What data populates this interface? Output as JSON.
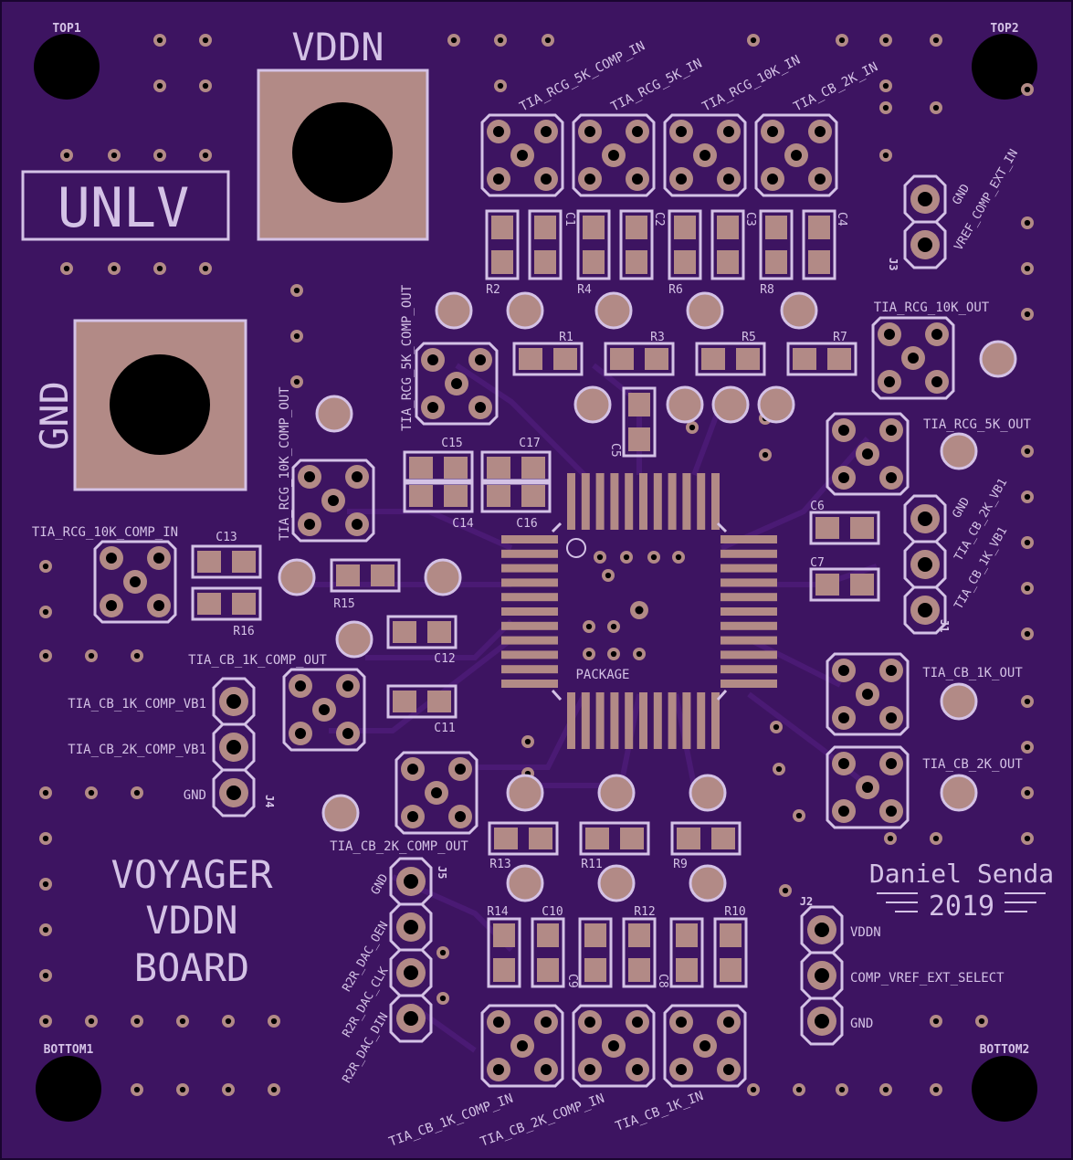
{
  "board": {
    "colors": {
      "substrate": "#3d1461",
      "copper": "#b28a86",
      "silk": "#d4c2e6",
      "trace": "#4a1a74"
    },
    "mounting_holes": {
      "top_left": "TOP1",
      "top_right": "TOP2",
      "bottom_left": "BOTTOM1",
      "bottom_right": "BOTTOM2"
    },
    "power_pads": {
      "vddn": "VDDN",
      "gnd": "GND"
    },
    "logo": "UNLV",
    "title": [
      "VOYAGER",
      "VDDN",
      "BOARD"
    ],
    "author": "Daniel Senda",
    "year": "2019",
    "ic_label": "PACKAGE",
    "input_connectors": [
      "TIA_RCG_5K_COMP_IN",
      "TIA_RCG_5K_IN",
      "TIA_RCG_10K_IN",
      "TIA_CB_2K_IN"
    ],
    "bottom_connectors": [
      "TIA_CB_1K_COMP_IN",
      "TIA_CB_2K_COMP_IN",
      "TIA_CB_1K_IN"
    ],
    "output_connectors": {
      "rcg_5k_comp_out": "TIA_RCG_5K_COMP_OUT",
      "rcg_10k_comp_out": "TIA_RCG_10K_COMP_OUT",
      "rcg_10k_comp_in": "TIA_RCG_10K_COMP_IN",
      "rcg_10k_out": "TIA_RCG_10K_OUT",
      "rcg_5k_out": "TIA_RCG_5K_OUT",
      "cb_1k_comp_out": "TIA_CB_1K_COMP_OUT",
      "cb_2k_comp_out": "TIA_CB_2K_COMP_OUT",
      "cb_1k_out": "TIA_CB_1K_OUT",
      "cb_2k_out": "TIA_CB_2K_OUT"
    },
    "components": {
      "top_caps": [
        "C1",
        "C2",
        "C3",
        "C4"
      ],
      "top_res_lower": [
        "R2",
        "R4",
        "R6",
        "R8"
      ],
      "top_res_upper": [
        "R1",
        "R3",
        "R5",
        "R7"
      ],
      "c5": "C5",
      "c15": "C15",
      "c17": "C17",
      "c14": "C14",
      "c16": "C16",
      "c13": "C13",
      "r15": "R15",
      "r16": "R16",
      "c12": "C12",
      "c11": "C11",
      "c6": "C6",
      "c7": "C7",
      "bottom_res_upper": [
        "R13",
        "R11",
        "R9"
      ],
      "bottom_lower": [
        "R14",
        "C10",
        "R12",
        "R10"
      ],
      "c9": "C9",
      "c8": "C8"
    },
    "headers": {
      "j1": {
        "ref": "J1",
        "pins": [
          "GND",
          "TIA_CB_2K_VB1",
          "TIA_CB_1K_VB1"
        ]
      },
      "j2": {
        "ref": "J2",
        "pins": [
          "VDDN",
          "COMP_VREF_EXT_SELECT",
          "GND"
        ]
      },
      "j3": {
        "ref": "J3",
        "pins": [
          "GND",
          "VREF_COMP_EXT_IN"
        ]
      },
      "j4": {
        "ref": "J4",
        "pins": [
          "TIA_CB_1K_COMP_VB1",
          "TIA_CB_2K_COMP_VB1",
          "GND"
        ]
      },
      "j5": {
        "ref": "J5",
        "pins": [
          "GND",
          "R2R_DAC_OEN",
          "R2R_DAC_CLK",
          "R2R_DAC_DIN"
        ]
      }
    }
  }
}
